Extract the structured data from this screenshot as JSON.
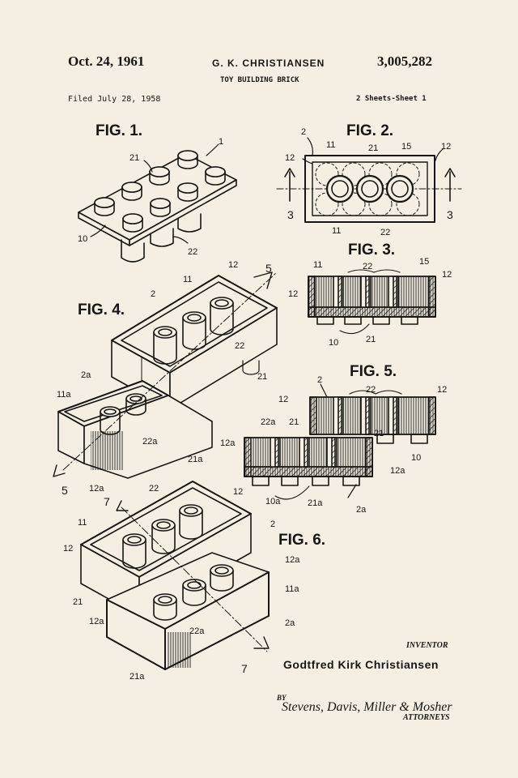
{
  "header": {
    "date": "Oct. 24, 1961",
    "inventor_short": "G. K. CHRISTIANSEN",
    "patent_number": "3,005,282",
    "title": "TOY BUILDING BRICK",
    "filed": "Filed July 28, 1958",
    "sheets": "2 Sheets-Sheet 1"
  },
  "figures": {
    "fig1": "FIG. 1.",
    "fig2": "FIG. 2.",
    "fig3": "FIG. 3.",
    "fig4": "FIG. 4.",
    "fig5": "FIG. 5.",
    "fig6": "FIG. 6."
  },
  "refs": {
    "r1": "1",
    "r2": "2",
    "r3": "3",
    "r5": "5",
    "r7": "7",
    "r10": "10",
    "r10a": "10a",
    "r11": "11",
    "r11a": "11a",
    "r12": "12",
    "r12a": "12a",
    "r15": "15",
    "r21": "21",
    "r21a": "21a",
    "r22": "22",
    "r22a": "22a",
    "r2a": "2a"
  },
  "footer": {
    "inventor_label": "INVENTOR",
    "inventor_name": "Godtfred Kirk Christiansen",
    "by_label": "BY",
    "signature": "Stevens, Davis, Miller & Mosher",
    "attorneys_label": "ATTORNEYS"
  }
}
